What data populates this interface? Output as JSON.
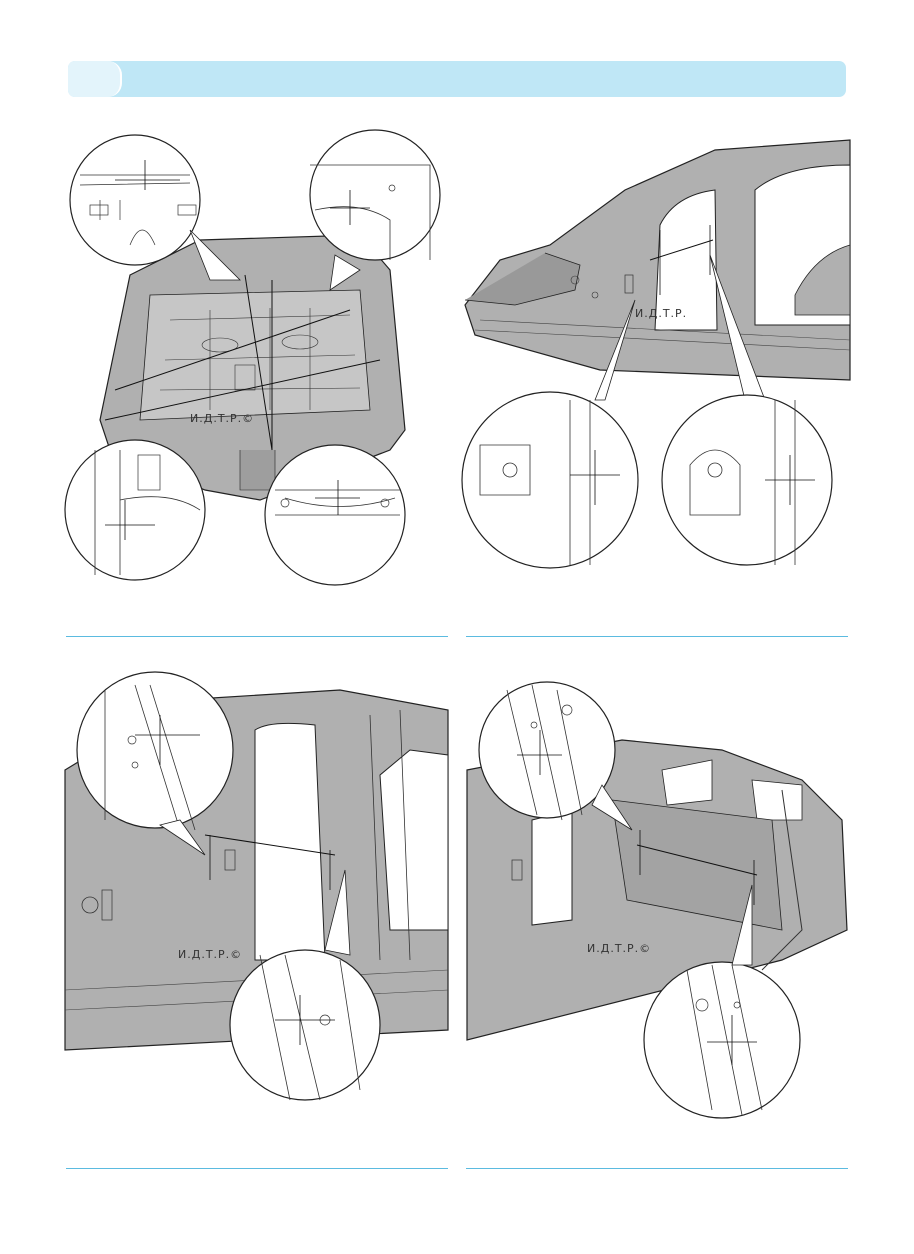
{
  "header": {
    "section_number": ""
  },
  "watermarks": {
    "top_left": "И.Д.Т.Р.©",
    "top_right": "И.Д.Т.Р.",
    "bottom_left": "И.Д.Т.Р.©",
    "bottom_right": "И.Д.Т.Р.©"
  },
  "colors": {
    "header_bar": "#bfe7f6",
    "header_tab": "#e3f4fb",
    "rule": "#5bbbe0",
    "body_fill": "#b0b0b0",
    "line": "#222222"
  }
}
